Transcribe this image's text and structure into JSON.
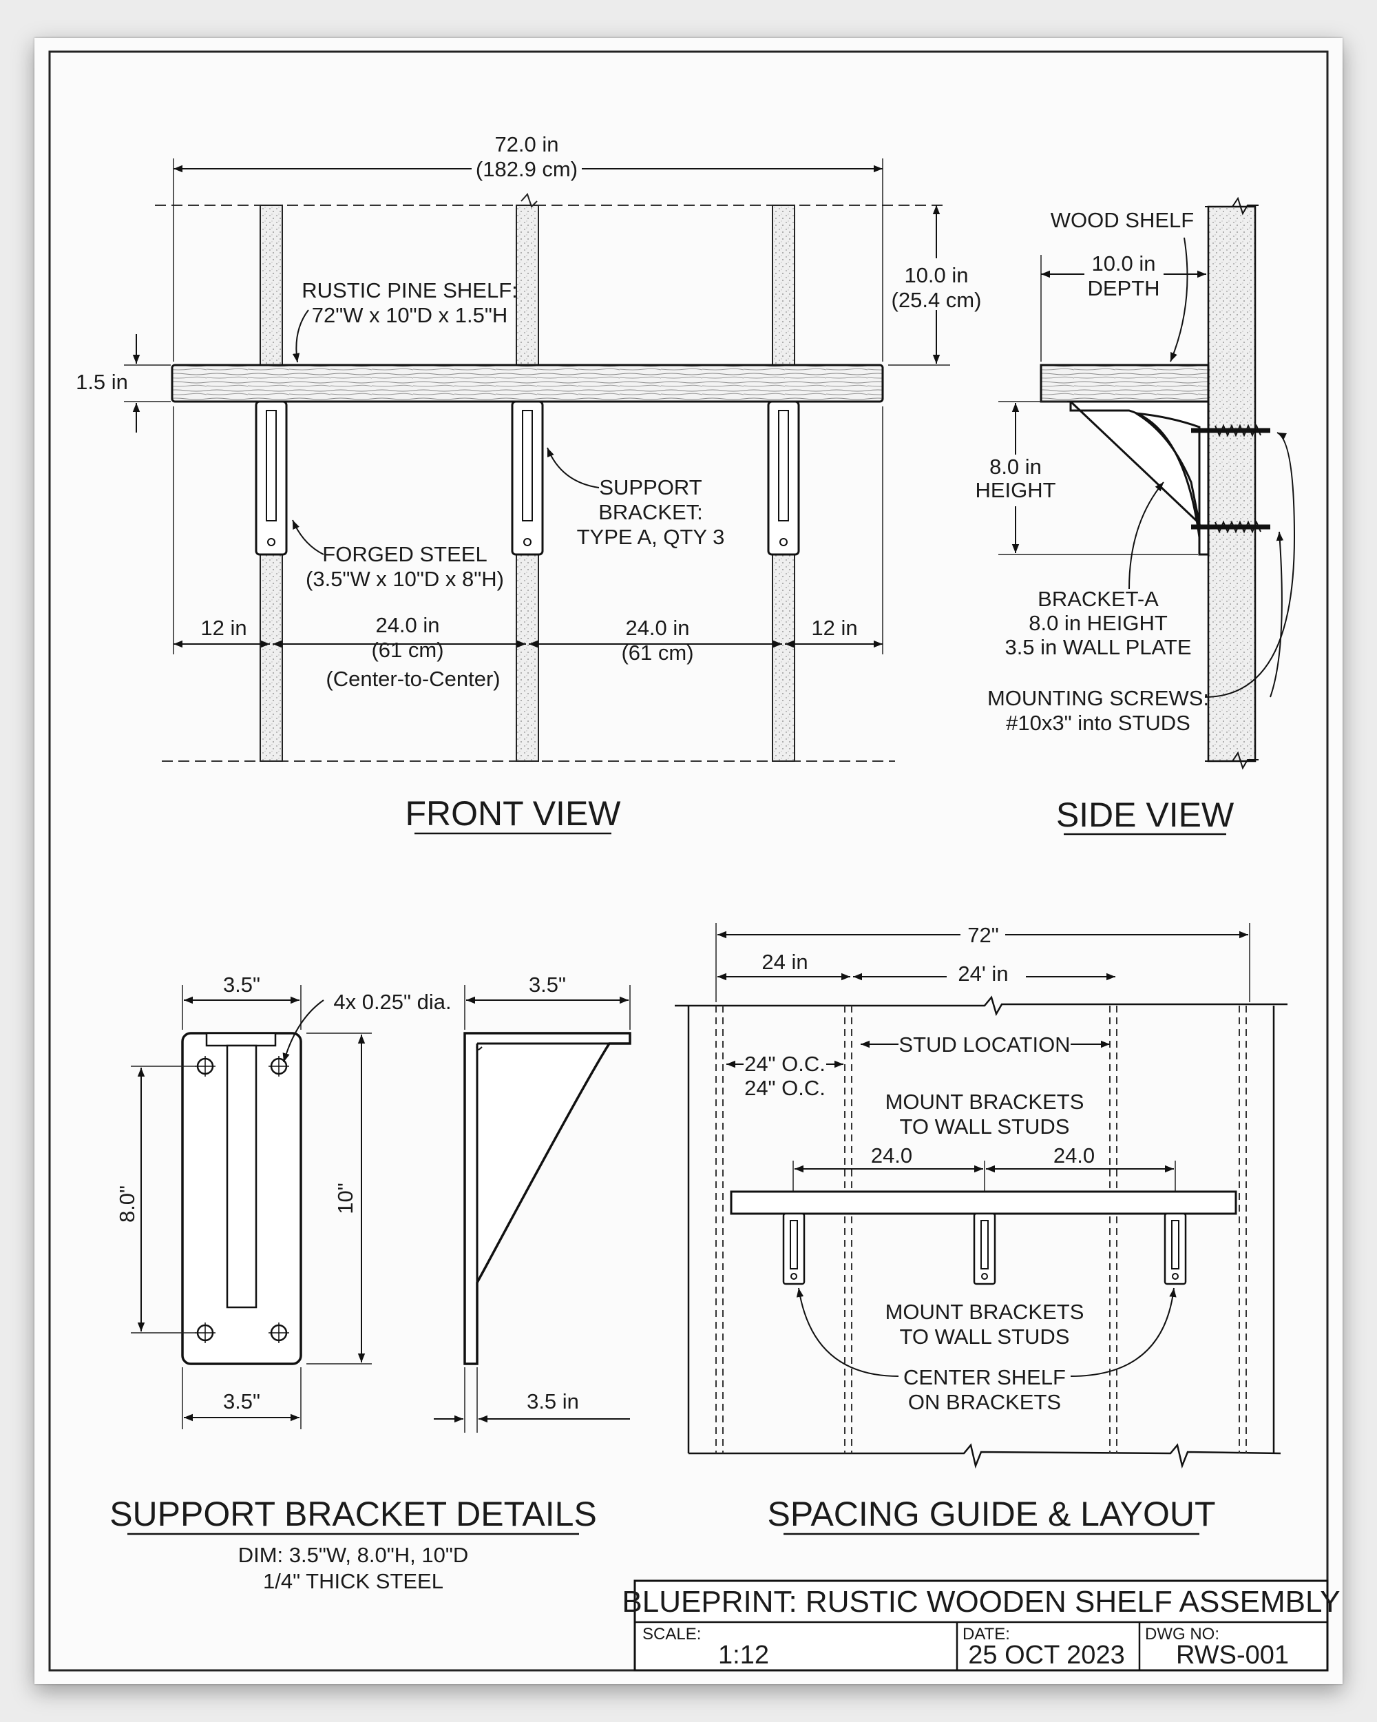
{
  "front_view": {
    "title": "FRONT VIEW",
    "overall_width": "72.0 in",
    "overall_width_metric": "(182.9 cm)",
    "height_above": "10.0 in",
    "height_above_metric": "(25.4 cm)",
    "thickness": "1.5 in",
    "shelf_label_1": "RUSTIC PINE SHELF:",
    "shelf_label_2": "72\"W x 10\"D x 1.5\"H",
    "bracket_label_1": "SUPPORT",
    "bracket_label_2": "BRACKET:",
    "bracket_label_3": "TYPE A, QTY 3",
    "steel_label_1": "FORGED STEEL",
    "steel_label_2": "(3.5\"W x 10\"D x 8\"H)",
    "left_offset": "12 in",
    "span_1": "24.0 in",
    "span_1_metric": "(61 cm)",
    "span_1_note": "(Center-to-Center)",
    "span_2": "24.0 in",
    "span_2_metric": "(61 cm)",
    "right_offset": "12 in"
  },
  "side_view": {
    "title": "SIDE VIEW",
    "wood_shelf": "WOOD SHELF",
    "depth_1": "10.0 in",
    "depth_2": "DEPTH",
    "height_1": "8.0 in",
    "height_2": "HEIGHT",
    "bracket_1": "BRACKET-A",
    "bracket_2": "8.0 in HEIGHT",
    "bracket_3": "3.5 in WALL PLATE",
    "screws_1": "MOUNTING SCREWS:",
    "screws_2": "#10x3\" into STUDS"
  },
  "bracket_details": {
    "title": "SUPPORT BRACKET DETAILS",
    "sub_1": "DIM: 3.5\"W, 8.0\"H, 10\"D",
    "sub_2": "1/4\" THICK STEEL",
    "top_width": "3.5\"",
    "holes": "4x 0.25\" dia.",
    "height_inner": "8.0\"",
    "height_total": "10\"",
    "bottom_width": "3.5\"",
    "side_top_width": "3.5\"",
    "side_bottom_width": "3.5 in"
  },
  "spacing_guide": {
    "title": "SPACING GUIDE & LAYOUT",
    "overall": "72\"",
    "left_dim": "24 in",
    "mid_dim": "24' in",
    "stud_location": "STUD LOCATION",
    "oc_1": "24\" O.C.",
    "oc_2": "24\" O.C.",
    "mount_1a": "MOUNT BRACKETS",
    "mount_1b": "TO WALL STUDS",
    "dim_a": "24.0",
    "dim_b": "24.0",
    "mount_2a": "MOUNT BRACKETS",
    "mount_2b": "TO WALL STUDS",
    "center_1": "CENTER SHELF",
    "center_2": "ON BRACKETS"
  },
  "title_block": {
    "title": "BLUEPRINT: RUSTIC WOODEN SHELF ASSEMBLY",
    "scale_label": "SCALE:",
    "scale_value": "1:12",
    "date_label": "DATE:",
    "date_value": "25 OCT 2023",
    "dwg_label": "DWG NO:",
    "dwg_value": "RWS-001"
  }
}
